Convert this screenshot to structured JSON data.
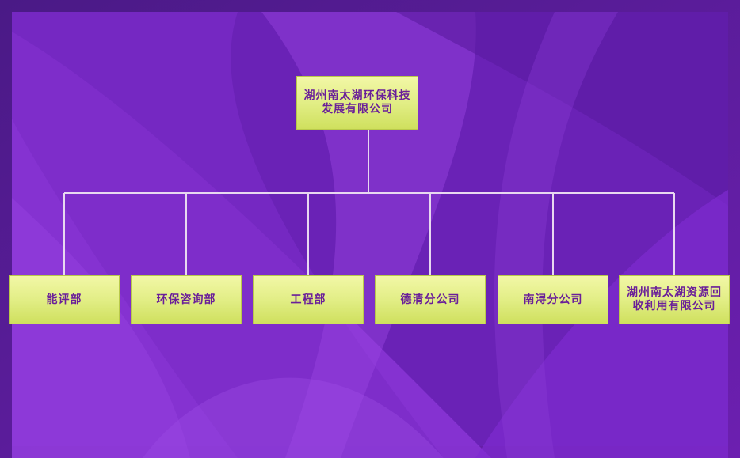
{
  "org_chart": {
    "root": {
      "label": "湖州南太湖环保科技发展有限公司"
    },
    "children": [
      {
        "label": "能评部"
      },
      {
        "label": "环保咨询部"
      },
      {
        "label": "工程部"
      },
      {
        "label": "德清分公司"
      },
      {
        "label": "南浔分公司"
      },
      {
        "label": "湖州南太湖资源回收利用有限公司"
      }
    ]
  },
  "colors": {
    "background": "#5c1a99",
    "node_fill": "#e2ee86",
    "node_text": "#6a1f99",
    "connector": "#e8d8f0"
  }
}
